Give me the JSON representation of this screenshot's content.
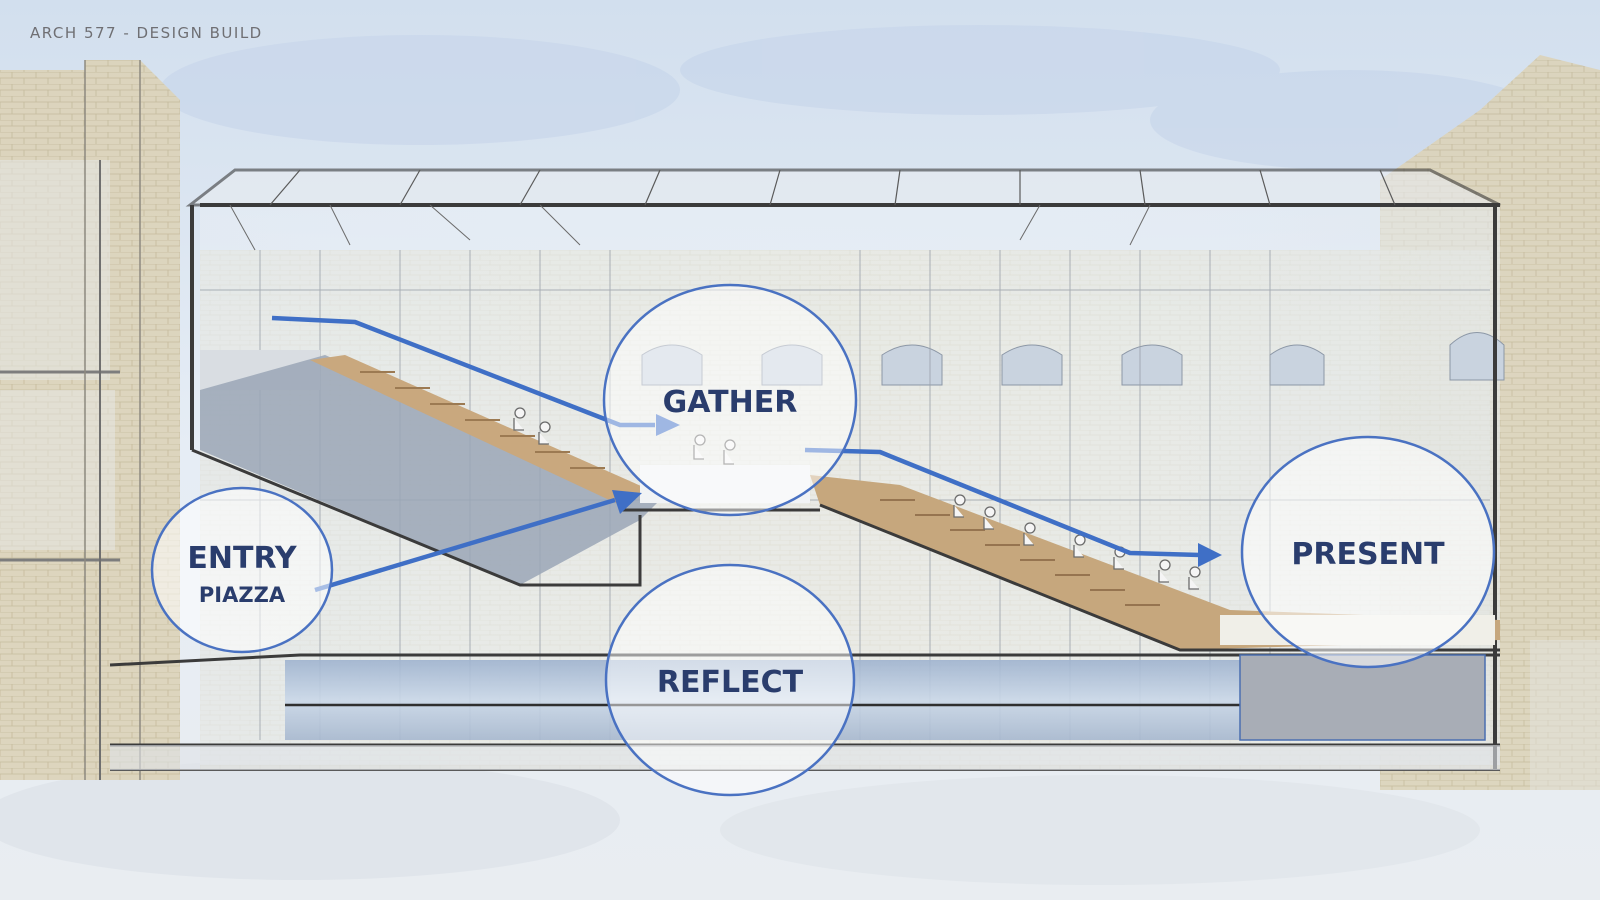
{
  "header": {
    "course_label": "ARCH 577 - DESIGN BUILD"
  },
  "colors": {
    "accent_blue": "#3f6fc6",
    "label_navy": "#2a3d6d",
    "sky": "#dfe7f1",
    "brick": "#d8cfb4",
    "wood": "#c6a77d"
  },
  "zones": {
    "entry": {
      "title": "ENTRY",
      "subtitle": "PIAZZA"
    },
    "gather": {
      "title": "GATHER"
    },
    "present": {
      "title": "PRESENT"
    },
    "reflect": {
      "title": "REFLECT"
    }
  },
  "icons": [
    "flow-arrow-icon",
    "seated-people-icon"
  ]
}
